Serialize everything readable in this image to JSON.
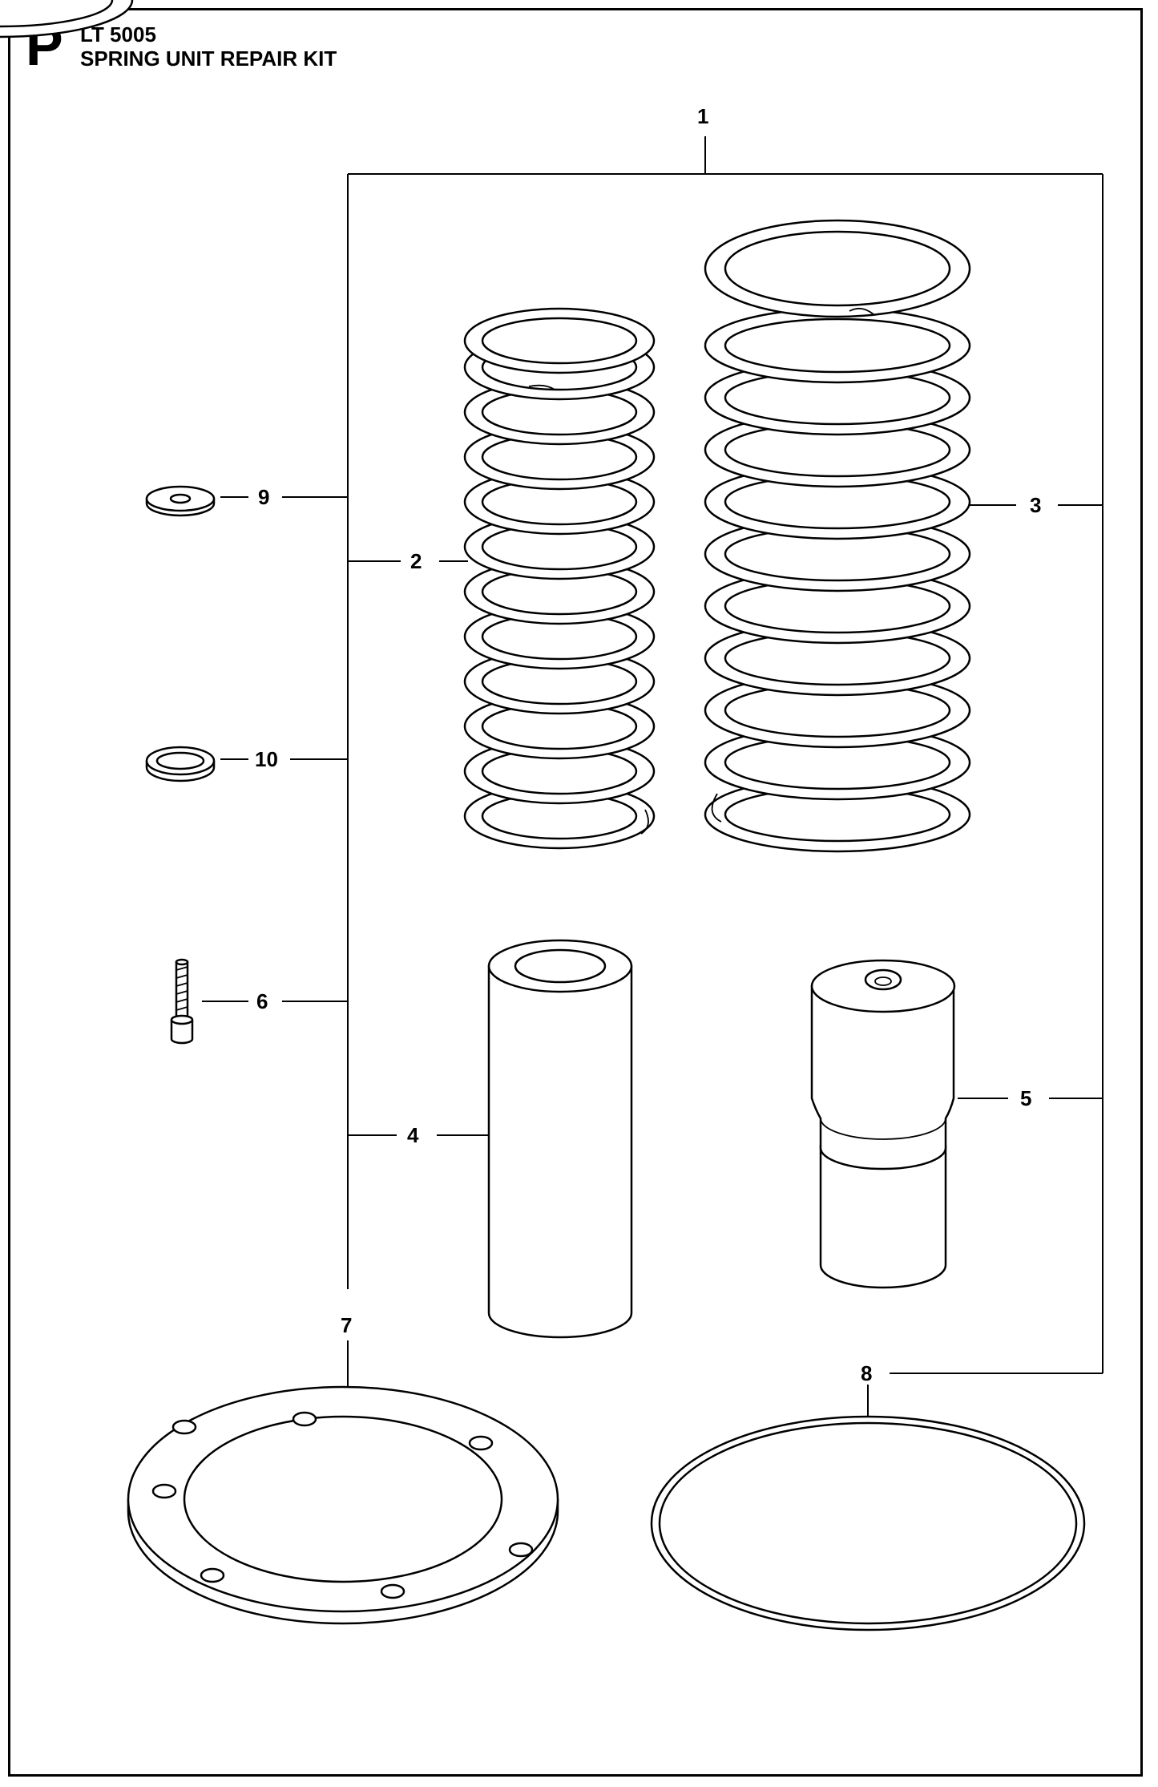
{
  "header": {
    "section_letter": "P",
    "model": "LT 5005",
    "title": "SPRING UNIT REPAIR KIT"
  },
  "callouts": {
    "c1": "1",
    "c2": "2",
    "c3": "3",
    "c4": "4",
    "c5": "5",
    "c6": "6",
    "c7": "7",
    "c8": "8",
    "c9": "9",
    "c10": "10"
  }
}
